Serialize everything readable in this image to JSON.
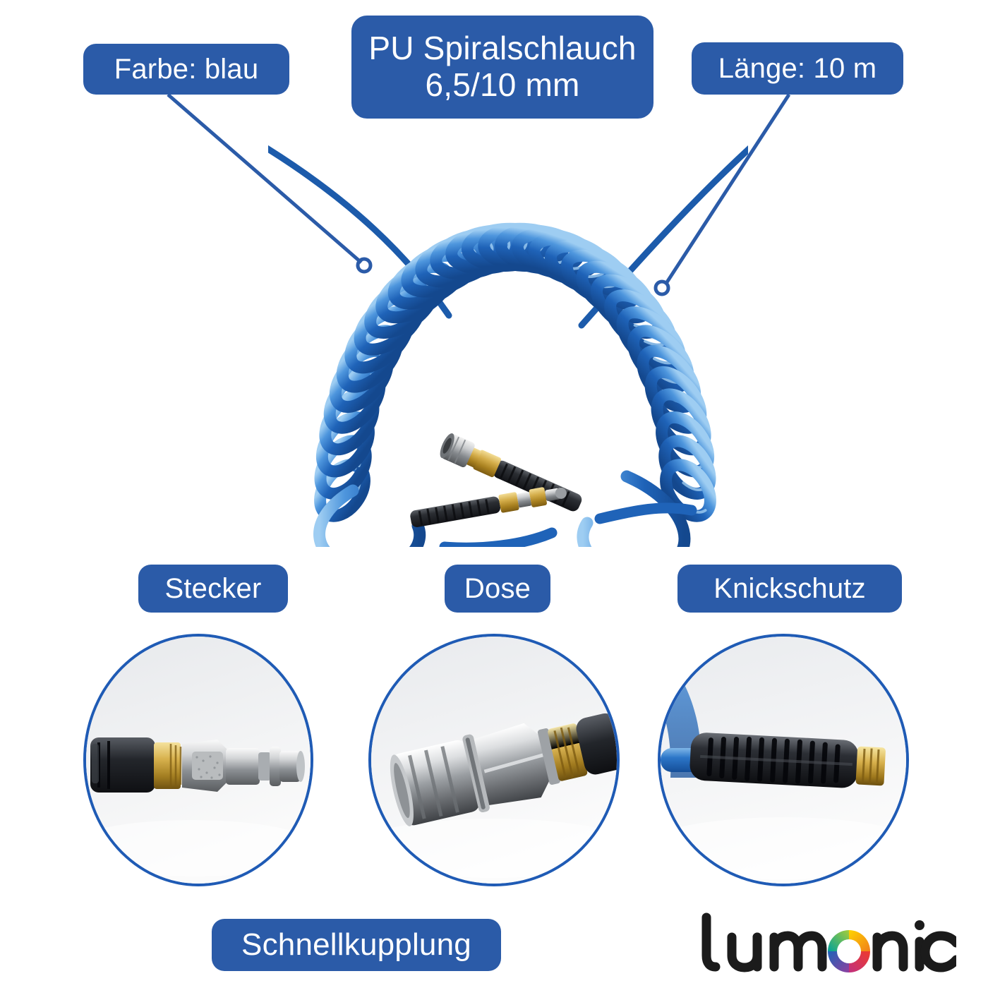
{
  "page": {
    "background": "#ffffff",
    "accent_blue": "#2b5ba8",
    "outline_blue": "#1f5bb5",
    "hose_blue": "#2f7fd1"
  },
  "callouts": {
    "color": {
      "label": "Farbe: blau",
      "name": "farbe-badge"
    },
    "title": {
      "label": "PU Spiralschlauch\n6,5/10 mm",
      "line1": "PU Spiralschlauch",
      "line2": "6,5/10 mm"
    },
    "length": {
      "label": "Länge: 10 m",
      "name": "laenge-badge"
    }
  },
  "hero": {
    "alt_name": "pu-spiral-hose-photo",
    "product": "PU Spiralschlauch",
    "diameter": "6,5/10 mm",
    "length": "10 m",
    "color": "blau"
  },
  "details": [
    {
      "label": "Stecker",
      "image_name": "stecker-photo"
    },
    {
      "label": "Dose",
      "image_name": "dose-photo"
    },
    {
      "label": "Knickschutz",
      "image_name": "knickschutz-photo"
    }
  ],
  "footer": {
    "coupling_label": "Schnellkupplung",
    "brand": "lumonic",
    "brand_part_1": "lum",
    "brand_part_2": "nic"
  }
}
